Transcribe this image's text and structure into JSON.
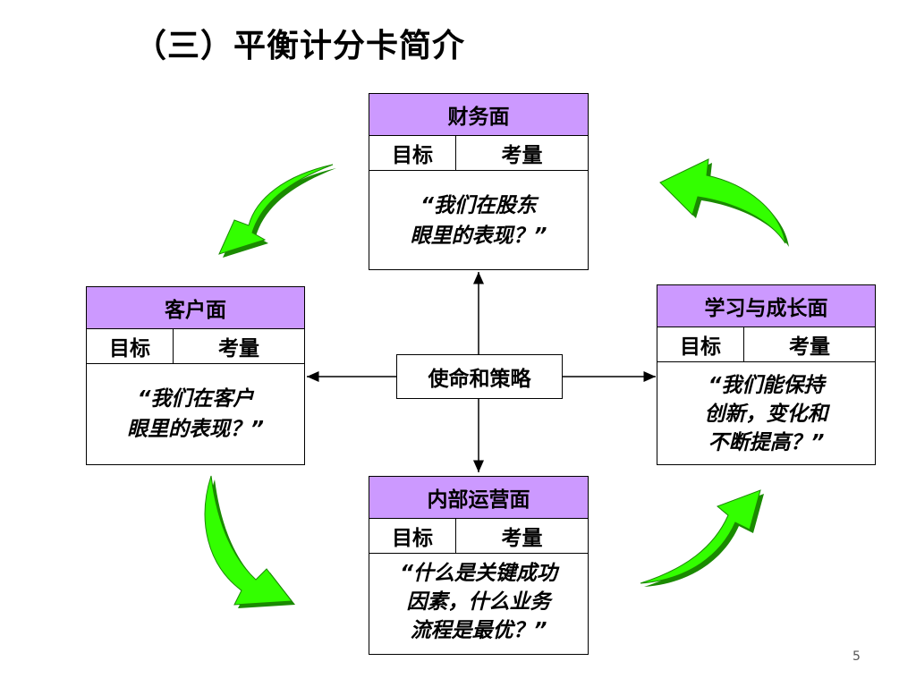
{
  "title": "（三）平衡计分卡简介",
  "center": "使命和策略",
  "cards": {
    "finance": {
      "head": "财务面",
      "col1": "目标",
      "col2": "考量",
      "question": "“我们在股东\n眼里的表现？”"
    },
    "customer": {
      "head": "客户面",
      "col1": "目标",
      "col2": "考量",
      "question": "“我们在客户\n眼里的表现？”"
    },
    "learning": {
      "head": "学习与成长面",
      "col1": "目标",
      "col2": "考量",
      "question": "“我们能保持\n创新，变化和\n不断提高？”"
    },
    "internal": {
      "head": "内部运营面",
      "col1": "目标",
      "col2": "考量",
      "question": "“什么是关键成功\n因素，什么业务\n流程是最优？”"
    }
  },
  "page_number": "5",
  "colors": {
    "header": "#cc99ff",
    "arrow": "#33ff00",
    "arrow_shadow": "#1a8a00"
  }
}
